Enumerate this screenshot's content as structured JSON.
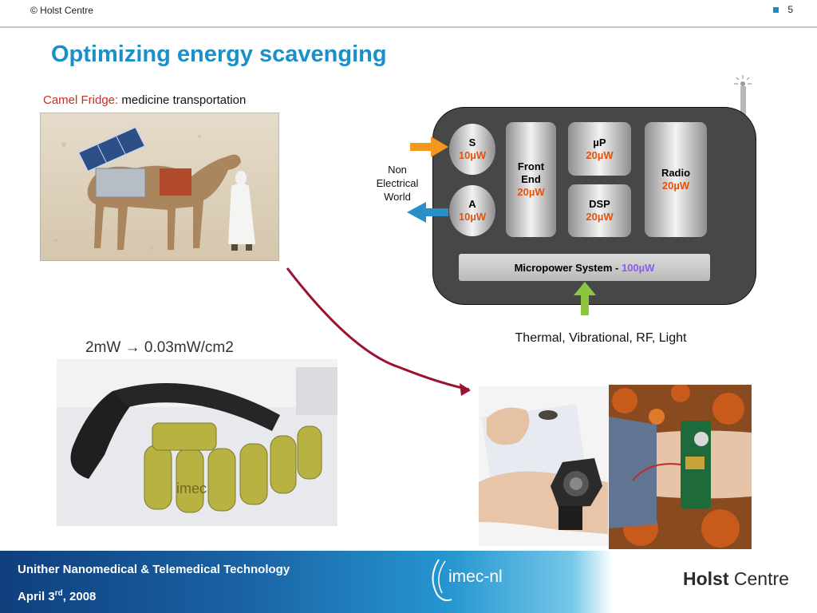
{
  "header": {
    "copyright": "© Holst Centre",
    "slide_number": "5",
    "accent_color": "#1a8ac8"
  },
  "title": "Optimizing energy scavenging",
  "camel": {
    "caption_prefix": "Camel Fridge:",
    "caption_rest": " medicine transportation"
  },
  "belt": {
    "caption_from": "2mW",
    "caption_arrow": "→",
    "caption_to": "0.03mW/cm2",
    "logo_text": "imec"
  },
  "diagram": {
    "side_label_lines": [
      "Non",
      "Electrical",
      "World"
    ],
    "blocks": {
      "s": {
        "label": "S",
        "value": "10µW"
      },
      "a": {
        "label": "A",
        "value": "10µW"
      },
      "front_end": {
        "label_line1": "Front",
        "label_line2": "End",
        "value": "20µW"
      },
      "up": {
        "label": "µP",
        "value": "20µW"
      },
      "dsp": {
        "label": "DSP",
        "value": "20µW"
      },
      "radio": {
        "label": "Radio",
        "value": "20µW"
      }
    },
    "micropower": {
      "label": "Micropower System - ",
      "value": "100µW"
    },
    "sources": "Thermal, Vibrational, RF, Light",
    "colors": {
      "in_arrow": "#f5961e",
      "out_arrow": "#2a8fc8",
      "up_arrow": "#8cc63f",
      "value": "#e3530d",
      "micropower_value": "#8b5cf0"
    }
  },
  "footer": {
    "line1": "Unither Nanomedical & Telemedical Technology",
    "line2_prefix": "April 3",
    "line2_sup": "rd",
    "line2_suffix": ", 2008",
    "imec_logo": "imec-nl",
    "holst_bold": "Holst",
    "holst_regular": " Centre"
  }
}
